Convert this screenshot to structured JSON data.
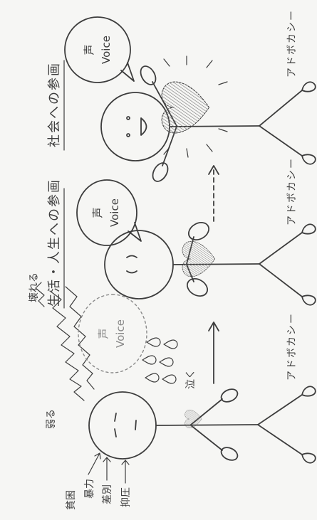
{
  "labels": {
    "life_participation": "生活・人生への参画",
    "social_participation": "社会への参画",
    "cry": "泣く",
    "weaken": "弱る",
    "break": "壊れる"
  },
  "pressures": [
    "貧困",
    "暴力",
    "差別",
    "抑圧"
  ],
  "figures": [
    {
      "advocacy_label": "アドボカシー",
      "bubble": {
        "kanji": "声",
        "word": "Voice"
      }
    },
    {
      "advocacy_label": "アドボカシー",
      "bubble": {
        "kanji": "声",
        "word": "Voice"
      }
    },
    {
      "advocacy_label": "アドボカシー",
      "bubble": {
        "kanji": "声",
        "word": "Voice"
      }
    }
  ],
  "colors": {
    "ink": "#3d3d3d",
    "paper": "#f6f6f4",
    "faint": "#8a8a8a"
  }
}
